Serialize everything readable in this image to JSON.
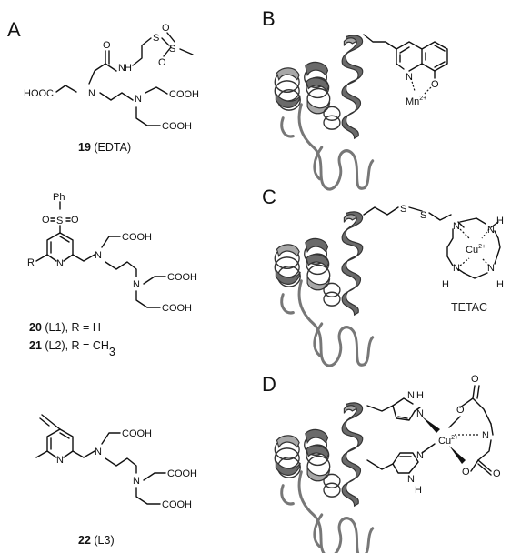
{
  "panels": {
    "A": "A",
    "B": "B",
    "C": "C",
    "D": "D"
  },
  "compound19": {
    "number": "19",
    "name": " (EDTA)",
    "labels": {
      "hooc": "HOOC",
      "n1": "N",
      "n2": "N",
      "cooh1": "COOH",
      "cooh2": "COOH",
      "o": "O",
      "nh_n": "N",
      "nh_h": "H",
      "s1": "S",
      "s2": "S",
      "o1": "O",
      "o2": "O"
    }
  },
  "compound20_21": {
    "line1_number": "20",
    "line1_text": " (L1), R = H",
    "line2_number": "21",
    "line2_text": " (L2), R = CH",
    "line2_sub": "3",
    "labels": {
      "ph": "Ph",
      "o_left": "O",
      "s": "S",
      "o_right": "O",
      "r": "R",
      "n_py": "N",
      "n1": "N",
      "n2": "N",
      "cooh1": "COOH",
      "cooh2": "COOH",
      "cooh3": "COOH"
    }
  },
  "compound22": {
    "number": "22",
    "name": " (L3)",
    "labels": {
      "n_py": "N",
      "n1": "N",
      "n2": "N",
      "cooh1": "COOH",
      "cooh2": "COOH",
      "cooh3": "COOH"
    }
  },
  "panelB": {
    "n": "N",
    "o": "O",
    "mn": "Mn",
    "charge": "2+"
  },
  "panelC": {
    "s1": "S",
    "s2": "S",
    "n_tl": "N",
    "n_tr": "N",
    "n_bl": "N",
    "n_br": "N",
    "h_tr": "H",
    "h_bl": "H",
    "h_br": "H",
    "cu": "Cu",
    "charge": "2+",
    "caption": "TETAC"
  },
  "panelD": {
    "nh_top": "N",
    "h_top": "H",
    "n_top": "N",
    "n_bot": "N",
    "nh_bot": "N",
    "h_bot": "H",
    "cu": "Cu",
    "charge": "2+",
    "n_ida": "N",
    "o1": "O",
    "o2": "O",
    "o3": "O",
    "o4": "O"
  }
}
